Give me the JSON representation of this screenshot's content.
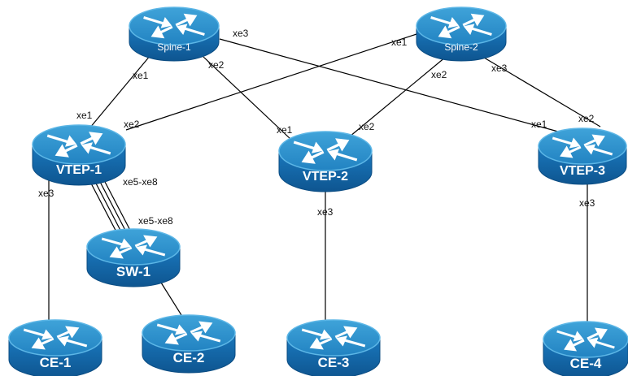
{
  "devices": {
    "spine1": "Spine-1",
    "spine2": "Spine-2",
    "vtep1": "VTEP-1",
    "vtep2": "VTEP-2",
    "vtep3": "VTEP-3",
    "sw1": "SW-1",
    "ce1": "CE-1",
    "ce2": "CE-2",
    "ce3": "CE-3",
    "ce4": "CE-4"
  },
  "ports": {
    "spine1_xe3": "xe3",
    "spine1_xe1": "xe1",
    "spine1_xe2": "xe2",
    "spine2_xe1": "xe1",
    "spine2_xe2": "xe2",
    "spine2_xe3": "xe3",
    "vtep1_xe1": "xe1",
    "vtep1_xe2": "xe2",
    "vtep1_xe3": "xe3",
    "vtep1_xe5_xe8": "xe5-xe8",
    "sw1_xe5_xe8": "xe5-xe8",
    "vtep2_xe1": "xe1",
    "vtep2_xe2": "xe2",
    "vtep2_xe3": "xe3",
    "vtep3_xe1": "xe1",
    "vtep3_xe2": "xe2",
    "vtep3_xe3": "xe3"
  },
  "colors": {
    "router_top": "#2a8fc9",
    "router_side": "#1466a6",
    "router_rim": "#5cb6e6",
    "arrow": "#ffffff",
    "line": "#000000"
  },
  "icon": "router-icon"
}
